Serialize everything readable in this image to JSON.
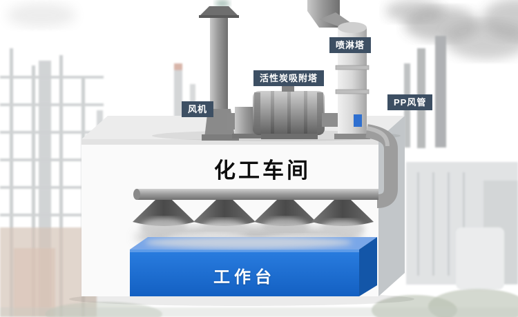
{
  "scene": {
    "building_label": "化工车间",
    "workbench_label": "工作台"
  },
  "equipment_labels": {
    "spray_tower": "喷淋塔",
    "activated_carbon_tower": "活性炭吸附塔",
    "fan": "风机",
    "pp_duct": "PP风管"
  },
  "colors": {
    "label_background": "#3d4f63",
    "label_text": "#ffffff",
    "workbench_blue": "#1b6fd4",
    "workbench_blue_dark": "#1356a8",
    "equipment_gray": "#9a9a9a",
    "building_face": "#fafafa",
    "building_side": "#c2c6c9",
    "hood_dark_gray": "#4f4f4f"
  }
}
